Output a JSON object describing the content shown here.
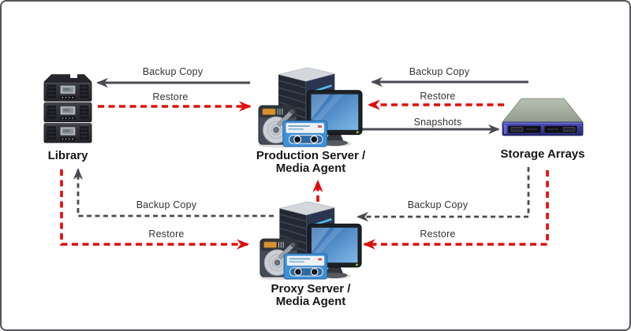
{
  "diagram": {
    "nodes": {
      "library": {
        "label": "Library",
        "icon": "tape-library-icon"
      },
      "production_server": {
        "label_line1": "Production Server /",
        "label_line2": "Media Agent",
        "icon": "server-workstation-icon"
      },
      "storage_arrays": {
        "label": "Storage Arrays",
        "icon": "storage-array-icon"
      },
      "proxy_server": {
        "label_line1": "Proxy Server /",
        "label_line2": "Media Agent",
        "icon": "server-workstation-icon"
      }
    },
    "edges": {
      "top_left_backup_copy": {
        "label": "Backup Copy",
        "from": "Production Server / Media Agent",
        "to": "Library",
        "line": "solid-dark"
      },
      "top_left_restore": {
        "label": "Restore",
        "from": "Library",
        "to": "Production Server / Media Agent",
        "line": "dashed-red"
      },
      "top_right_backup_copy": {
        "label": "Backup Copy",
        "from": "Storage Arrays",
        "to": "Production Server / Media Agent",
        "line": "solid-dark"
      },
      "top_right_restore": {
        "label": "Restore",
        "from": "Storage Arrays",
        "to": "Production Server / Media Agent",
        "line": "dashed-red"
      },
      "snapshots": {
        "label": "Snapshots",
        "from": "Production Server / Media Agent",
        "to": "Storage Arrays",
        "line": "solid-dark"
      },
      "bottom_left_backup_copy": {
        "label": "Backup Copy",
        "from": "Proxy Server / Media Agent",
        "to": "Library",
        "line": "dashed-dark"
      },
      "bottom_left_restore": {
        "label": "Restore",
        "from": "Library",
        "to": "Proxy Server / Media Agent",
        "line": "dashed-red"
      },
      "bottom_right_backup_copy": {
        "label": "Backup Copy",
        "from": "Storage Arrays",
        "to": "Proxy Server / Media Agent",
        "line": "dashed-dark"
      },
      "bottom_right_restore": {
        "label": "Restore",
        "from": "Storage Arrays",
        "to": "Proxy Server / Media Agent",
        "line": "dashed-red"
      },
      "proxy_to_production": {
        "from": "Proxy Server / Media Agent",
        "to": "Production Server / Media Agent",
        "line": "dashed-red"
      }
    },
    "colors": {
      "line_dark": "#4a4a52",
      "line_red": "#e00a0a",
      "label_text": "#333333",
      "node_text": "#161616",
      "border": "#55555a",
      "background": "#ffffff"
    }
  }
}
